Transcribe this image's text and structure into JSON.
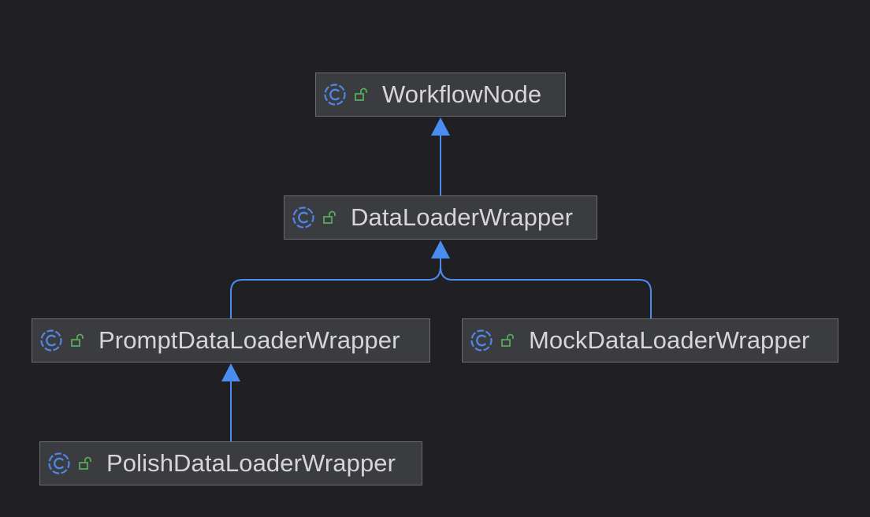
{
  "diagram": {
    "nodes": [
      {
        "id": "workflow-node",
        "label": "WorkflowNode",
        "kind": "class",
        "visibility": "public"
      },
      {
        "id": "data-loader-wrapper",
        "label": "DataLoaderWrapper",
        "kind": "class",
        "visibility": "public"
      },
      {
        "id": "prompt-data-loader-wrapper",
        "label": "PromptDataLoaderWrapper",
        "kind": "class",
        "visibility": "public"
      },
      {
        "id": "mock-data-loader-wrapper",
        "label": "MockDataLoaderWrapper",
        "kind": "class",
        "visibility": "public"
      },
      {
        "id": "polish-data-loader-wrapper",
        "label": "PolishDataLoaderWrapper",
        "kind": "class",
        "visibility": "public"
      }
    ],
    "edges": [
      {
        "from": "data-loader-wrapper",
        "to": "workflow-node",
        "relation": "extends"
      },
      {
        "from": "prompt-data-loader-wrapper",
        "to": "data-loader-wrapper",
        "relation": "extends"
      },
      {
        "from": "mock-data-loader-wrapper",
        "to": "data-loader-wrapper",
        "relation": "extends"
      },
      {
        "from": "polish-data-loader-wrapper",
        "to": "prompt-data-loader-wrapper",
        "relation": "extends"
      }
    ]
  },
  "colors": {
    "background": "#1f1f24",
    "node_fill": "#3b3c40",
    "node_border": "#6a6b70",
    "label": "#d6d6d8",
    "class_icon": "#4f86e8",
    "lock_icon": "#58a85a",
    "edge": "#4a8cf0"
  },
  "icons": {
    "class": "class-c-icon",
    "visibility": "unlocked-padlock-icon"
  }
}
